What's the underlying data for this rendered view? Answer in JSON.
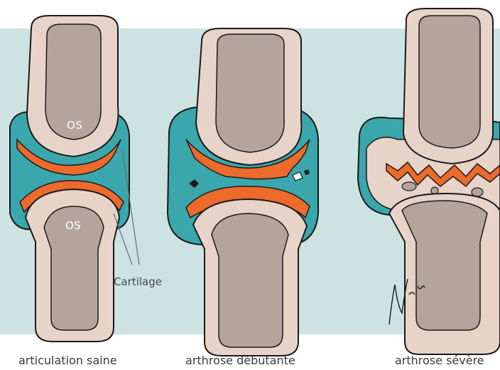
{
  "labels": {
    "bone_upper": "OS",
    "bone_lower": "OS",
    "cartilage": "Cartilage"
  },
  "captions": [
    "articulation saine",
    "arthrose débutante",
    "arthrose sévère"
  ],
  "colors": {
    "background_wash": "#cde3e2",
    "bone_shaft": "#b5a49c",
    "bone_outer": "#e8d3c9",
    "cartilage": "#ec6a2c",
    "synovial_fluid": "#3aa7ac",
    "outline": "#1a1a1a"
  }
}
